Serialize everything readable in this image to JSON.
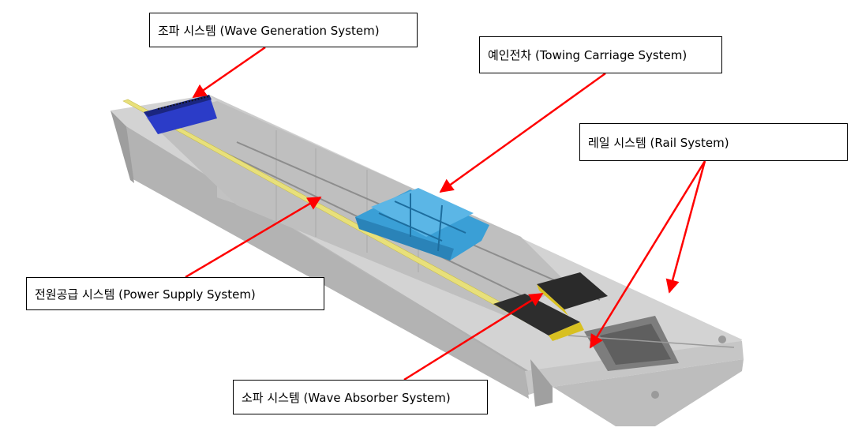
{
  "callouts": {
    "wave_generation": "조파 시스템 (Wave Generation System)",
    "towing_carriage": "예인전차 (Towing Carriage System)",
    "rail": "레일 시스템 (Rail System)",
    "power_supply": "전원공급 시스템 (Power Supply System)",
    "wave_absorber": "소파 시스템 (Wave Absorber System)"
  },
  "colors": {
    "tank_concrete": "#b9b9b9",
    "arrow": "#ff0000",
    "power_rail": "#e8e07a",
    "carriage": "#3a9fd6",
    "wavemaker": "#2b3cc8",
    "absorber": "#2a2a2a"
  }
}
